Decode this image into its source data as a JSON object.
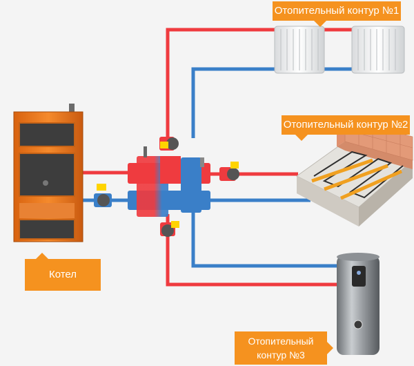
{
  "labels": {
    "contour_1": "Отопительный контур №1",
    "contour_2": "Отопительный контур №2",
    "contour_3_line1": "Отопительный",
    "contour_3_line2": "контур №3",
    "boiler": "Котел"
  },
  "colors": {
    "hot_pipe": "#ef3b3f",
    "cold_pipe": "#3a7fc8",
    "boiler_body": "#f07a1d",
    "callout": "#f5921f",
    "background": "#f4f4f4"
  }
}
